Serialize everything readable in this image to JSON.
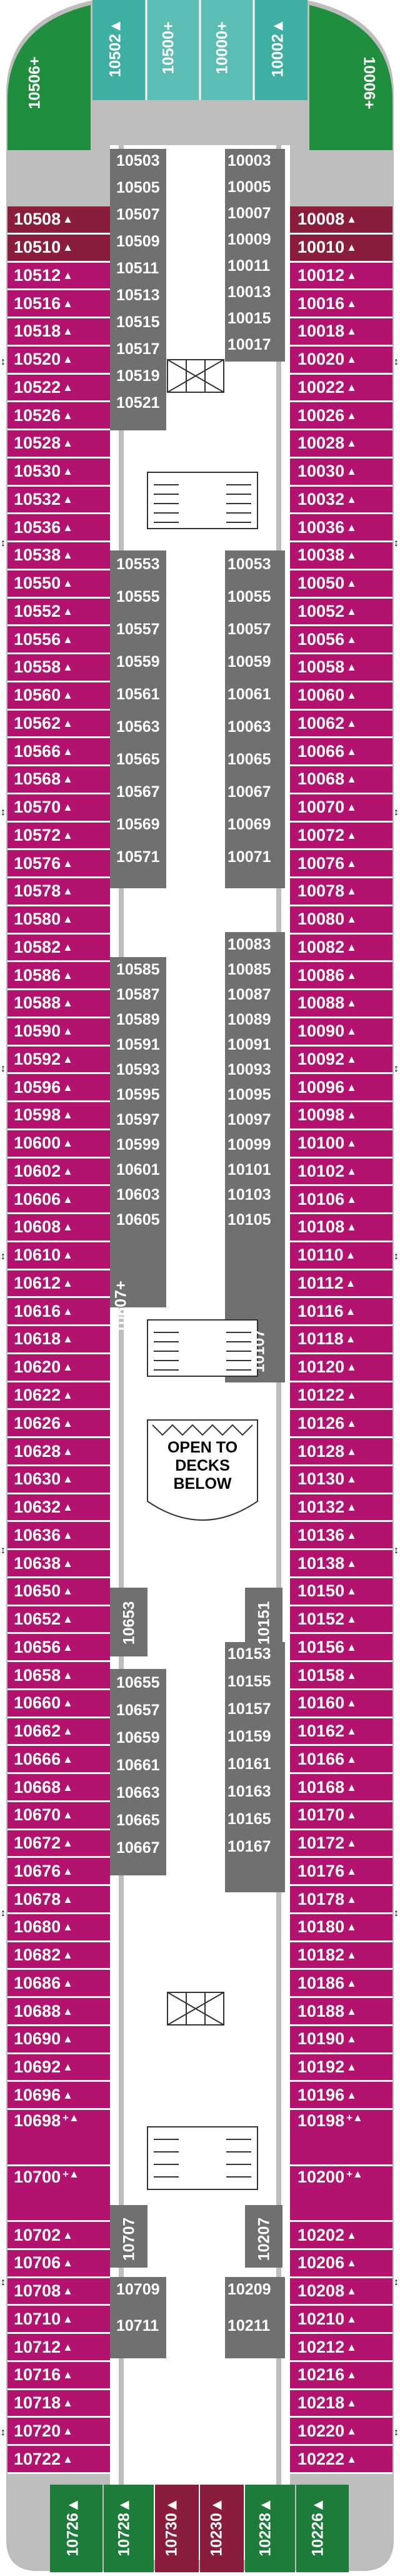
{
  "colors": {
    "suite_green": "#1f8f3e",
    "forward_green": "#2fa24f",
    "aft_green": "#1e7c3a",
    "teal": "#3db0a3",
    "teal_light": "#76c8c2",
    "balcony": "#b3126e",
    "inside": "#8a1d3c",
    "aft_red": "#8a1d3c",
    "interior": "#707070",
    "hull": "#bdbdbd"
  },
  "forward": {
    "left_suite": "10506+",
    "right_suite": "10006+",
    "center": [
      "10502▲",
      "10500+",
      "10000+",
      "10002▲"
    ]
  },
  "left_cabins": [
    {
      "label": "10508",
      "sym": "▲",
      "type": "red"
    },
    {
      "label": "10510",
      "sym": "▲",
      "type": "red"
    },
    {
      "label": "10512",
      "sym": "▲"
    },
    {
      "label": "10516",
      "sym": "▲"
    },
    {
      "label": "10518",
      "sym": "▲"
    },
    {
      "label": "10520",
      "sym": "▲"
    },
    {
      "label": "10522",
      "sym": "▲"
    },
    {
      "label": "10526",
      "sym": "▲"
    },
    {
      "label": "10528",
      "sym": "▲"
    },
    {
      "label": "10530",
      "sym": "▲"
    },
    {
      "label": "10532",
      "sym": "▲"
    },
    {
      "label": "10536",
      "sym": "▲"
    },
    {
      "label": "10538",
      "sym": "▲"
    },
    {
      "label": "10550",
      "sym": "▲"
    },
    {
      "label": "10552",
      "sym": "▲"
    },
    {
      "label": "10556",
      "sym": "▲"
    },
    {
      "label": "10558",
      "sym": "▲"
    },
    {
      "label": "10560",
      "sym": "▲"
    },
    {
      "label": "10562",
      "sym": "▲"
    },
    {
      "label": "10566",
      "sym": "▲"
    },
    {
      "label": "10568",
      "sym": "▲"
    },
    {
      "label": "10570",
      "sym": "▲"
    },
    {
      "label": "10572",
      "sym": "▲"
    },
    {
      "label": "10576",
      "sym": "▲"
    },
    {
      "label": "10578",
      "sym": "▲"
    },
    {
      "label": "10580",
      "sym": "▲"
    },
    {
      "label": "10582",
      "sym": "▲"
    },
    {
      "label": "10586",
      "sym": "▲"
    },
    {
      "label": "10588",
      "sym": "▲"
    },
    {
      "label": "10590",
      "sym": "▲"
    },
    {
      "label": "10592",
      "sym": "▲"
    },
    {
      "label": "10596",
      "sym": "▲"
    },
    {
      "label": "10598",
      "sym": "▲"
    },
    {
      "label": "10600",
      "sym": "▲"
    },
    {
      "label": "10602",
      "sym": "▲"
    },
    {
      "label": "10606",
      "sym": "▲"
    },
    {
      "label": "10608",
      "sym": "▲"
    },
    {
      "label": "10610",
      "sym": "▲"
    },
    {
      "label": "10612",
      "sym": "▲"
    },
    {
      "label": "10616",
      "sym": "▲"
    },
    {
      "label": "10618",
      "sym": "▲"
    },
    {
      "label": "10620",
      "sym": "▲"
    },
    {
      "label": "10622",
      "sym": "▲"
    },
    {
      "label": "10626",
      "sym": "▲"
    },
    {
      "label": "10628",
      "sym": "▲"
    },
    {
      "label": "10630",
      "sym": "▲"
    },
    {
      "label": "10632",
      "sym": "▲"
    },
    {
      "label": "10636",
      "sym": "▲"
    },
    {
      "label": "10638",
      "sym": "▲"
    },
    {
      "label": "10650",
      "sym": "▲"
    },
    {
      "label": "10652",
      "sym": "▲"
    },
    {
      "label": "10656",
      "sym": "▲"
    },
    {
      "label": "10658",
      "sym": "▲"
    },
    {
      "label": "10660",
      "sym": "▲"
    },
    {
      "label": "10662",
      "sym": "▲"
    },
    {
      "label": "10666",
      "sym": "▲"
    },
    {
      "label": "10668",
      "sym": "▲"
    },
    {
      "label": "10670",
      "sym": "▲"
    },
    {
      "label": "10672",
      "sym": "▲"
    },
    {
      "label": "10676",
      "sym": "▲"
    },
    {
      "label": "10678",
      "sym": "▲"
    },
    {
      "label": "10680",
      "sym": "▲"
    },
    {
      "label": "10682",
      "sym": "▲"
    },
    {
      "label": "10686",
      "sym": "▲"
    },
    {
      "label": "10688",
      "sym": "▲"
    },
    {
      "label": "10690",
      "sym": "▲"
    },
    {
      "label": "10692",
      "sym": "▲"
    },
    {
      "label": "10696",
      "sym": "▲"
    },
    {
      "label": "10698",
      "sym": "+▲",
      "tall": true
    },
    {
      "label": "10700",
      "sym": "+▲",
      "tall": true
    },
    {
      "label": "10702",
      "sym": "▲"
    },
    {
      "label": "10706",
      "sym": "▲"
    },
    {
      "label": "10708",
      "sym": "▲"
    },
    {
      "label": "10710",
      "sym": "▲"
    },
    {
      "label": "10712",
      "sym": "▲"
    },
    {
      "label": "10716",
      "sym": "▲"
    },
    {
      "label": "10718",
      "sym": "▲"
    },
    {
      "label": "10720",
      "sym": "▲"
    },
    {
      "label": "10722",
      "sym": "▲"
    }
  ],
  "right_cabins": [
    {
      "label": "10008",
      "sym": "▲",
      "type": "red"
    },
    {
      "label": "10010",
      "sym": "▲",
      "type": "red"
    },
    {
      "label": "10012",
      "sym": "▲"
    },
    {
      "label": "10016",
      "sym": "▲"
    },
    {
      "label": "10018",
      "sym": "▲"
    },
    {
      "label": "10020",
      "sym": "▲"
    },
    {
      "label": "10022",
      "sym": "▲"
    },
    {
      "label": "10026",
      "sym": "▲"
    },
    {
      "label": "10028",
      "sym": "▲"
    },
    {
      "label": "10030",
      "sym": "▲"
    },
    {
      "label": "10032",
      "sym": "▲"
    },
    {
      "label": "10036",
      "sym": "▲"
    },
    {
      "label": "10038",
      "sym": "▲"
    },
    {
      "label": "10050",
      "sym": "▲"
    },
    {
      "label": "10052",
      "sym": "▲"
    },
    {
      "label": "10056",
      "sym": "▲"
    },
    {
      "label": "10058",
      "sym": "▲"
    },
    {
      "label": "10060",
      "sym": "▲"
    },
    {
      "label": "10062",
      "sym": "▲"
    },
    {
      "label": "10066",
      "sym": "▲"
    },
    {
      "label": "10068",
      "sym": "▲"
    },
    {
      "label": "10070",
      "sym": "▲"
    },
    {
      "label": "10072",
      "sym": "▲"
    },
    {
      "label": "10076",
      "sym": "▲"
    },
    {
      "label": "10078",
      "sym": "▲"
    },
    {
      "label": "10080",
      "sym": "▲"
    },
    {
      "label": "10082",
      "sym": "▲"
    },
    {
      "label": "10086",
      "sym": "▲"
    },
    {
      "label": "10088",
      "sym": "▲"
    },
    {
      "label": "10090",
      "sym": "▲"
    },
    {
      "label": "10092",
      "sym": "▲"
    },
    {
      "label": "10096",
      "sym": "▲"
    },
    {
      "label": "10098",
      "sym": "▲"
    },
    {
      "label": "10100",
      "sym": "▲"
    },
    {
      "label": "10102",
      "sym": "▲"
    },
    {
      "label": "10106",
      "sym": "▲"
    },
    {
      "label": "10108",
      "sym": "▲"
    },
    {
      "label": "10110",
      "sym": "▲"
    },
    {
      "label": "10112",
      "sym": "▲"
    },
    {
      "label": "10116",
      "sym": "▲"
    },
    {
      "label": "10118",
      "sym": "▲"
    },
    {
      "label": "10120",
      "sym": "▲"
    },
    {
      "label": "10122",
      "sym": "▲"
    },
    {
      "label": "10126",
      "sym": "▲"
    },
    {
      "label": "10128",
      "sym": "▲"
    },
    {
      "label": "10130",
      "sym": "▲"
    },
    {
      "label": "10132",
      "sym": "▲"
    },
    {
      "label": "10136",
      "sym": "▲"
    },
    {
      "label": "10138",
      "sym": "▲"
    },
    {
      "label": "10150",
      "sym": "▲"
    },
    {
      "label": "10152",
      "sym": "▲"
    },
    {
      "label": "10156",
      "sym": "▲"
    },
    {
      "label": "10158",
      "sym": "▲"
    },
    {
      "label": "10160",
      "sym": "▲"
    },
    {
      "label": "10162",
      "sym": "▲"
    },
    {
      "label": "10166",
      "sym": "▲"
    },
    {
      "label": "10168",
      "sym": "▲"
    },
    {
      "label": "10170",
      "sym": "▲"
    },
    {
      "label": "10172",
      "sym": "▲"
    },
    {
      "label": "10176",
      "sym": "▲"
    },
    {
      "label": "10178",
      "sym": "▲"
    },
    {
      "label": "10180",
      "sym": "▲"
    },
    {
      "label": "10182",
      "sym": "▲"
    },
    {
      "label": "10186",
      "sym": "▲"
    },
    {
      "label": "10188",
      "sym": "▲"
    },
    {
      "label": "10190",
      "sym": "▲"
    },
    {
      "label": "10192",
      "sym": "▲"
    },
    {
      "label": "10196",
      "sym": "▲"
    },
    {
      "label": "10198",
      "sym": "+▲",
      "tall": true
    },
    {
      "label": "10200",
      "sym": "+▲",
      "tall": true
    },
    {
      "label": "10202",
      "sym": "▲"
    },
    {
      "label": "10206",
      "sym": "▲"
    },
    {
      "label": "10208",
      "sym": "▲"
    },
    {
      "label": "10210",
      "sym": "▲"
    },
    {
      "label": "10212",
      "sym": "▲"
    },
    {
      "label": "10216",
      "sym": "▲"
    },
    {
      "label": "10218",
      "sym": "▲"
    },
    {
      "label": "10220",
      "sym": "▲"
    },
    {
      "label": "10222",
      "sym": "▲"
    }
  ],
  "interior": {
    "block1_left": [
      "10503",
      "10505",
      "10507",
      "10509",
      "10511",
      "10513",
      "10515",
      "10517",
      "10519",
      "10521"
    ],
    "block1_right": [
      "10003",
      "10005",
      "10007",
      "10009",
      "10011",
      "10013",
      "10015",
      "10017"
    ],
    "block2_left": [
      "10553",
      "10555",
      "10557",
      "10559",
      "10561",
      "10563",
      "10565",
      "10567",
      "10569",
      "10571"
    ],
    "block2_right": [
      "10053",
      "10055",
      "10057",
      "10059",
      "10061",
      "10063",
      "10065",
      "10067",
      "10069",
      "10071"
    ],
    "block3_left": [
      "10585",
      "10587",
      "10589",
      "10591",
      "10593",
      "10595",
      "10597",
      "10599",
      "10601",
      "10603",
      "10605"
    ],
    "block3_right": [
      "10083",
      "10085",
      "10087",
      "10089",
      "10091",
      "10093",
      "10095",
      "10097",
      "10099",
      "10101",
      "10103",
      "10105"
    ],
    "block3_left_vertical": "10607+",
    "block3_right_vertical": "10107",
    "block4_left": [
      "10655",
      "10657",
      "10659",
      "10661",
      "10663",
      "10665",
      "10667"
    ],
    "block4_right": [
      "10153",
      "10155",
      "10157",
      "10159",
      "10161",
      "10163",
      "10165",
      "10167"
    ],
    "block4_left_vertical": "10653",
    "block4_right_vertical": "10151",
    "block5_left_vertical": "10707",
    "block5_right_vertical": "10207",
    "block6_left": [
      "10709",
      "10711"
    ],
    "block6_right": [
      "10209",
      "10211"
    ]
  },
  "open_note": "OPEN TO DECKS\nBELOW",
  "aft": [
    "10726▲",
    "10728▲",
    "10730▲",
    "10230▲",
    "10228▲",
    "10226▲"
  ]
}
